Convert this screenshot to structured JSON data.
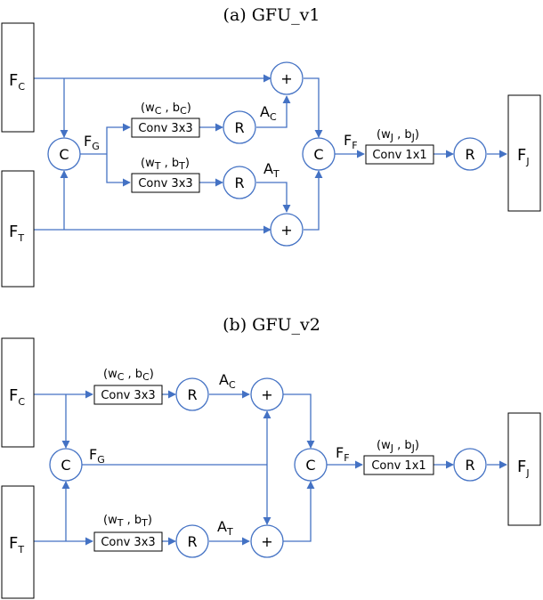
{
  "v1": {
    "title": "(a) GFU_v1",
    "fc": {
      "main": "F",
      "sub": "C"
    },
    "ft": {
      "main": "F",
      "sub": "T"
    },
    "fg": {
      "main": "F",
      "sub": "G"
    },
    "ff": {
      "main": "F",
      "sub": "F"
    },
    "fj": {
      "main": "F",
      "sub": "J"
    },
    "ac": {
      "main": "A",
      "sub": "C"
    },
    "at": {
      "main": "A",
      "sub": "T"
    },
    "concat": "C",
    "relu": "R",
    "plus": "+",
    "conv3": "Conv 3x3",
    "conv1": "Conv 1x1",
    "wc": {
      "w": "(w",
      "ws": "C",
      "mid": " , b",
      "bs": "C",
      "end": ")"
    },
    "wt": {
      "w": "(w",
      "ws": "T",
      "mid": " , b",
      "bs": "T",
      "end": ")"
    },
    "wj": {
      "w": "(w",
      "ws": "J",
      "mid": " , b",
      "bs": "J",
      "end": ")"
    }
  },
  "v2": {
    "title": "(b) GFU_v2",
    "fc": {
      "main": "F",
      "sub": "C"
    },
    "ft": {
      "main": "F",
      "sub": "T"
    },
    "fg": {
      "main": "F",
      "sub": "G"
    },
    "ff": {
      "main": "F",
      "sub": "F"
    },
    "fj": {
      "main": "F",
      "sub": "J"
    },
    "ac": {
      "main": "A",
      "sub": "C"
    },
    "at": {
      "main": "A",
      "sub": "T"
    },
    "concat": "C",
    "relu": "R",
    "plus": "+",
    "conv3": "Conv 3x3",
    "conv1": "Conv 1x1",
    "wc": {
      "w": "(w",
      "ws": "C",
      "mid": " , b",
      "bs": "C",
      "end": ")"
    },
    "wt": {
      "w": "(w",
      "ws": "T",
      "mid": " , b",
      "bs": "T",
      "end": ")"
    },
    "wj": {
      "w": "(w",
      "ws": "J",
      "mid": " , b",
      "bs": "J",
      "end": ")"
    }
  },
  "colors": {
    "edge": "#4472c4",
    "box": "#000000"
  }
}
